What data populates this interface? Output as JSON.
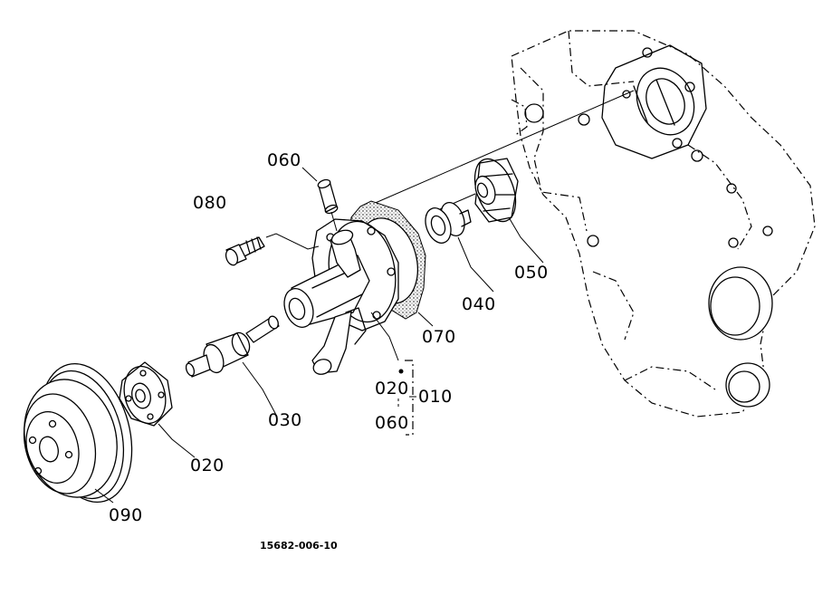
{
  "callouts": {
    "p060_top": "060",
    "p080": "080",
    "p050": "050",
    "p040": "040",
    "p070": "070",
    "p020_group": "020",
    "p010": "010",
    "p060_group": "060",
    "p030": "030",
    "p020_hub": "020",
    "p090": "090"
  },
  "figure_number": "15682-006-10"
}
